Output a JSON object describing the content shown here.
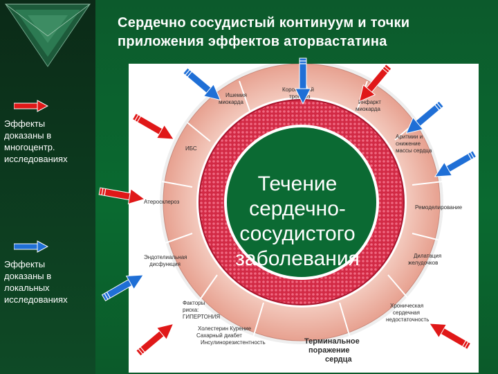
{
  "title": {
    "line1": "Сердечно сосудистый континуум и точки",
    "line2": "приложения эффектов аторвастатина"
  },
  "legend": {
    "red_text": [
      "Эффекты",
      "доказаны в",
      "многоцентр.",
      "исследованиях"
    ],
    "blue_text": [
      "Эффекты",
      "доказаны в",
      "локальных",
      "исследованиях"
    ]
  },
  "center": [
    "Течение",
    "сердечно-",
    "сосудистого",
    "заболевания"
  ],
  "stages": {
    "ischemia": [
      "Ишемия",
      "миокарда"
    ],
    "coronary": [
      "Коронарный",
      "тромбоз"
    ],
    "infarct": [
      "Инфаркт",
      "миокарда"
    ],
    "arrhythmia": [
      "Аритмии и",
      "снижение",
      "массы сердца"
    ],
    "ibs": "ИБС",
    "atherosclerosis": "Атеросклероз",
    "remodeling": "Ремоделирование",
    "endothelial": [
      "Эндотелиальная",
      "дисфункция"
    ],
    "dilation": [
      "Дилатация",
      "желудочков"
    ],
    "risk": [
      "Факторы",
      "риска:",
      "ГИПЕРТОНИЯ"
    ],
    "risk_list": [
      "Холестерин Курение",
      "Сахарный диабет",
      "Инсулинорезистентность"
    ],
    "chronic": [
      "Хроническая",
      "сердечная",
      "недостаточность"
    ],
    "terminal": [
      "Терминальное",
      "поражение",
      "сердца"
    ]
  },
  "colors": {
    "red_arrow": "#e01818",
    "blue_arrow": "#1f6fd6",
    "ring_arrow": "#e9a89a",
    "inner_ring": "#c81e3a"
  }
}
